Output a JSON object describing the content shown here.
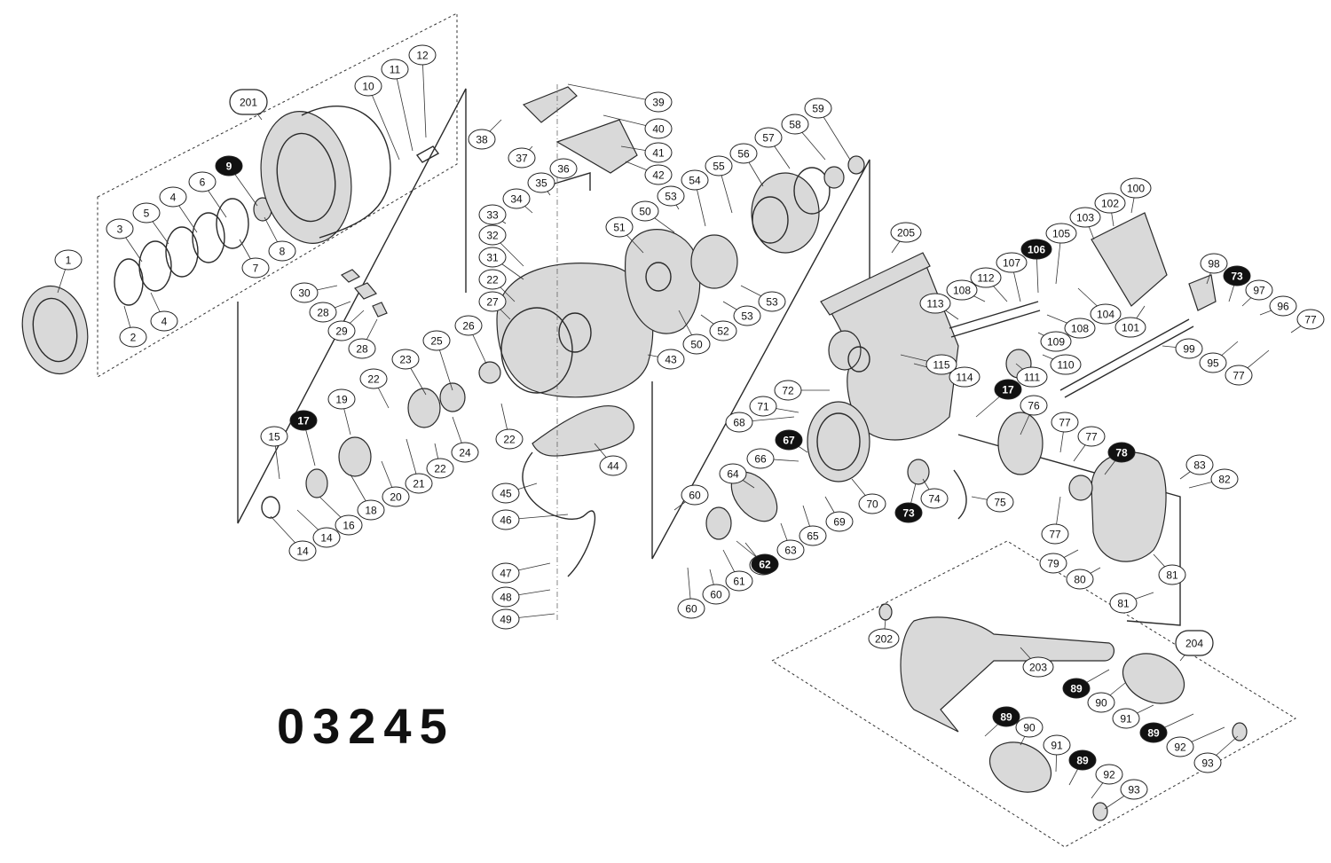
{
  "model_code": "03245",
  "labels": [
    {
      "text": "201",
      "style": "rounded"
    },
    {
      "text": "12"
    },
    {
      "text": "11"
    },
    {
      "text": "10"
    },
    {
      "text": "9",
      "style": "dark"
    },
    {
      "text": "6"
    },
    {
      "text": "4"
    },
    {
      "text": "5"
    },
    {
      "text": "3"
    },
    {
      "text": "1"
    },
    {
      "text": "2"
    },
    {
      "text": "4"
    },
    {
      "text": "7"
    },
    {
      "text": "8"
    },
    {
      "text": "39"
    },
    {
      "text": "40"
    },
    {
      "text": "41"
    },
    {
      "text": "42"
    },
    {
      "text": "38"
    },
    {
      "text": "37"
    },
    {
      "text": "36"
    },
    {
      "text": "35"
    },
    {
      "text": "34"
    },
    {
      "text": "33"
    },
    {
      "text": "32"
    },
    {
      "text": "31"
    },
    {
      "text": "22"
    },
    {
      "text": "27"
    },
    {
      "text": "30"
    },
    {
      "text": "28"
    },
    {
      "text": "29"
    },
    {
      "text": "28"
    },
    {
      "text": "23"
    },
    {
      "text": "25"
    },
    {
      "text": "26"
    },
    {
      "text": "22"
    },
    {
      "text": "19"
    },
    {
      "text": "17",
      "style": "dark"
    },
    {
      "text": "15"
    },
    {
      "text": "21"
    },
    {
      "text": "20"
    },
    {
      "text": "18"
    },
    {
      "text": "16"
    },
    {
      "text": "14"
    },
    {
      "text": "14"
    },
    {
      "text": "24"
    },
    {
      "text": "22"
    },
    {
      "text": "22"
    },
    {
      "text": "44"
    },
    {
      "text": "43"
    },
    {
      "text": "45"
    },
    {
      "text": "46"
    },
    {
      "text": "47"
    },
    {
      "text": "48"
    },
    {
      "text": "49"
    },
    {
      "text": "53"
    },
    {
      "text": "50"
    },
    {
      "text": "51"
    },
    {
      "text": "54"
    },
    {
      "text": "55"
    },
    {
      "text": "56"
    },
    {
      "text": "57"
    },
    {
      "text": "58"
    },
    {
      "text": "59"
    },
    {
      "text": "53"
    },
    {
      "text": "53"
    },
    {
      "text": "52"
    },
    {
      "text": "50"
    },
    {
      "text": "205"
    },
    {
      "text": "113"
    },
    {
      "text": "108"
    },
    {
      "text": "112"
    },
    {
      "text": "107"
    },
    {
      "text": "106",
      "style": "dark"
    },
    {
      "text": "105"
    },
    {
      "text": "103"
    },
    {
      "text": "102"
    },
    {
      "text": "100"
    },
    {
      "text": "104"
    },
    {
      "text": "101"
    },
    {
      "text": "108"
    },
    {
      "text": "109"
    },
    {
      "text": "110"
    },
    {
      "text": "111"
    },
    {
      "text": "115"
    },
    {
      "text": "114"
    },
    {
      "text": "98"
    },
    {
      "text": "73",
      "style": "dark"
    },
    {
      "text": "97"
    },
    {
      "text": "96"
    },
    {
      "text": "77"
    },
    {
      "text": "99"
    },
    {
      "text": "95"
    },
    {
      "text": "77"
    },
    {
      "text": "72"
    },
    {
      "text": "71"
    },
    {
      "text": "68"
    },
    {
      "text": "17",
      "style": "dark"
    },
    {
      "text": "76"
    },
    {
      "text": "67",
      "style": "dark"
    },
    {
      "text": "66"
    },
    {
      "text": "64"
    },
    {
      "text": "77"
    },
    {
      "text": "77"
    },
    {
      "text": "78",
      "style": "dark"
    },
    {
      "text": "83"
    },
    {
      "text": "82"
    },
    {
      "text": "60"
    },
    {
      "text": "70"
    },
    {
      "text": "74"
    },
    {
      "text": "75"
    },
    {
      "text": "73",
      "style": "dark"
    },
    {
      "text": "69"
    },
    {
      "text": "63"
    },
    {
      "text": "77"
    },
    {
      "text": "65"
    },
    {
      "text": "63"
    },
    {
      "text": "62",
      "style": "dark"
    },
    {
      "text": "61"
    },
    {
      "text": "60"
    },
    {
      "text": "60"
    },
    {
      "text": "79"
    },
    {
      "text": "80"
    },
    {
      "text": "81"
    },
    {
      "text": "81"
    },
    {
      "text": "204",
      "style": "rounded"
    },
    {
      "text": "202"
    },
    {
      "text": "203"
    },
    {
      "text": "89",
      "style": "dark"
    },
    {
      "text": "90"
    },
    {
      "text": "91"
    },
    {
      "text": "89",
      "style": "dark"
    },
    {
      "text": "92"
    },
    {
      "text": "93"
    },
    {
      "text": "89",
      "style": "dark"
    },
    {
      "text": "90"
    },
    {
      "text": "91"
    },
    {
      "text": "89",
      "style": "dark"
    },
    {
      "text": "92"
    },
    {
      "text": "93"
    }
  ]
}
